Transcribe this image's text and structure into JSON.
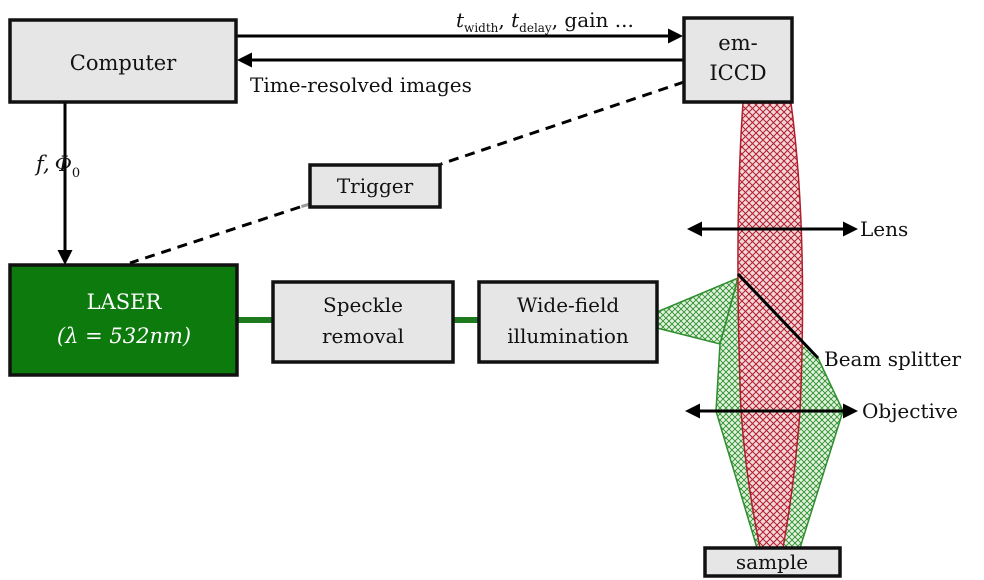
{
  "diagram": {
    "computer": {
      "label": "Computer"
    },
    "camera": {
      "label_line1": "em-",
      "label_line2": "ICCD"
    },
    "control_params": {
      "t1": "t",
      "s1": "width",
      "sep1": ", ",
      "t2": "t",
      "s2": "delay",
      "tail": ", gain ..."
    },
    "images_label": "Time-resolved images",
    "laser_params": {
      "f": "f,",
      "phi": "Φ",
      "phi_sub": "0"
    },
    "trigger": {
      "label": "Trigger"
    },
    "laser": {
      "label_line1": "LASER",
      "label_line2": "(λ = 532nm)",
      "color": "#0c7a0c"
    },
    "speckle": {
      "label_line1": "Speckle",
      "label_line2": "removal"
    },
    "widefield": {
      "label_line1": "Wide-field",
      "label_line2": "illumination"
    },
    "lens_label": "Lens",
    "beam_splitter_label": "Beam splitter",
    "objective_label": "Objective",
    "sample": {
      "label": "sample"
    },
    "colors": {
      "box_fill": "#e6e6e6",
      "emission_red": "#b01e2c",
      "excitation_green": "#2f8f2f",
      "link_green": "#1e7a1e"
    }
  }
}
